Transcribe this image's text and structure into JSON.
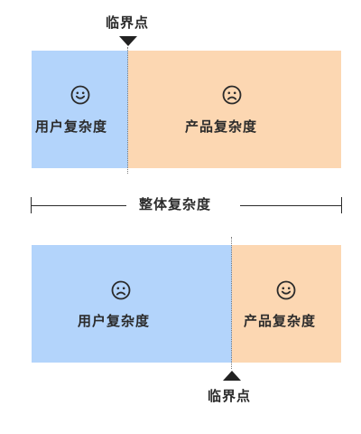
{
  "top": {
    "threshold_label": "临界点",
    "user_label": "用户复杂度",
    "product_label": "产品复杂度",
    "user_face": "smile-icon",
    "product_face": "frown-icon"
  },
  "middle": {
    "total_label": "整体复杂度"
  },
  "bottom": {
    "threshold_label": "临界点",
    "user_label": "用户复杂度",
    "product_label": "产品复杂度",
    "user_face": "frown-icon",
    "product_face": "smile-icon"
  },
  "colors": {
    "user_block": "#b3d4fb",
    "product_block": "#fcd7b2",
    "text": "#2b2b2b"
  }
}
